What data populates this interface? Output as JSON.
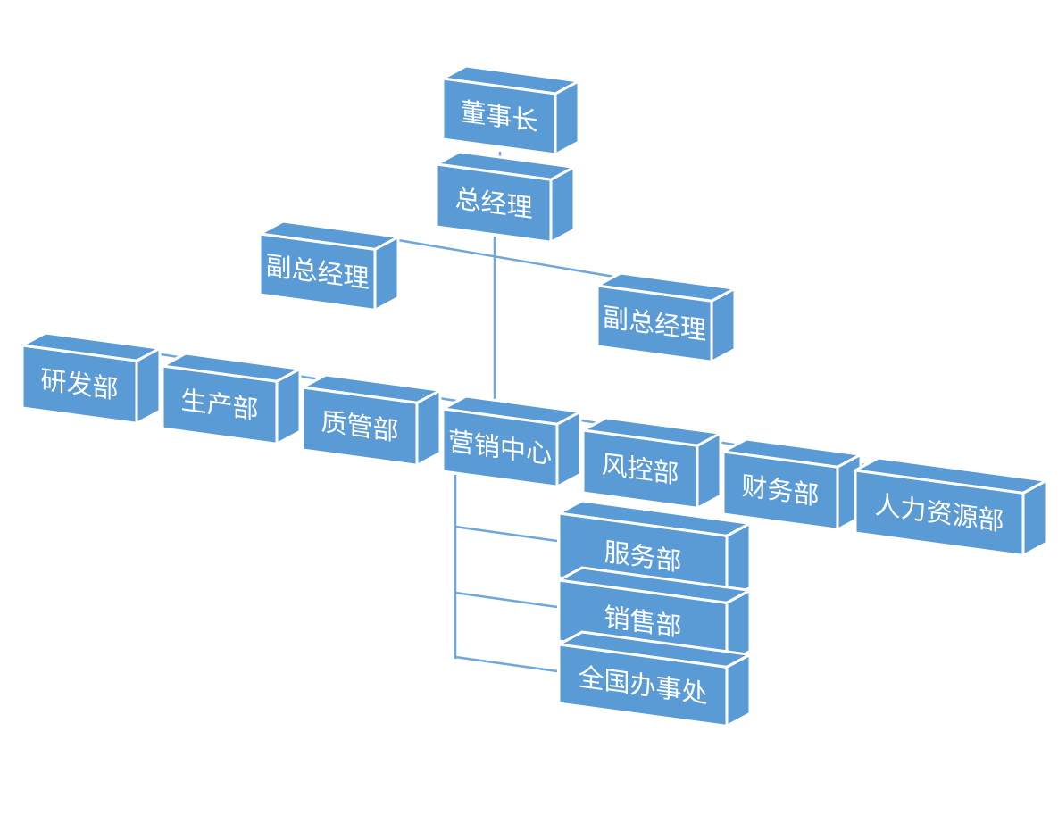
{
  "title": "组织结构图",
  "nodes": {
    "chairman": "董事长",
    "general_manager": "总经理",
    "vp_left": "副总经理",
    "vp_right": "副总经理",
    "rd": "研发部",
    "production": "生产部",
    "quality": "质管部",
    "marketing": "营销中心",
    "risk": "风控部",
    "finance": "财务部",
    "hr": "人力资源部",
    "service": "服务部",
    "sales": "销售部",
    "offices": "全国办事处"
  },
  "colors": {
    "box": "#5b9bd5",
    "line": "#6fa6dc",
    "border": "#ffffff"
  }
}
